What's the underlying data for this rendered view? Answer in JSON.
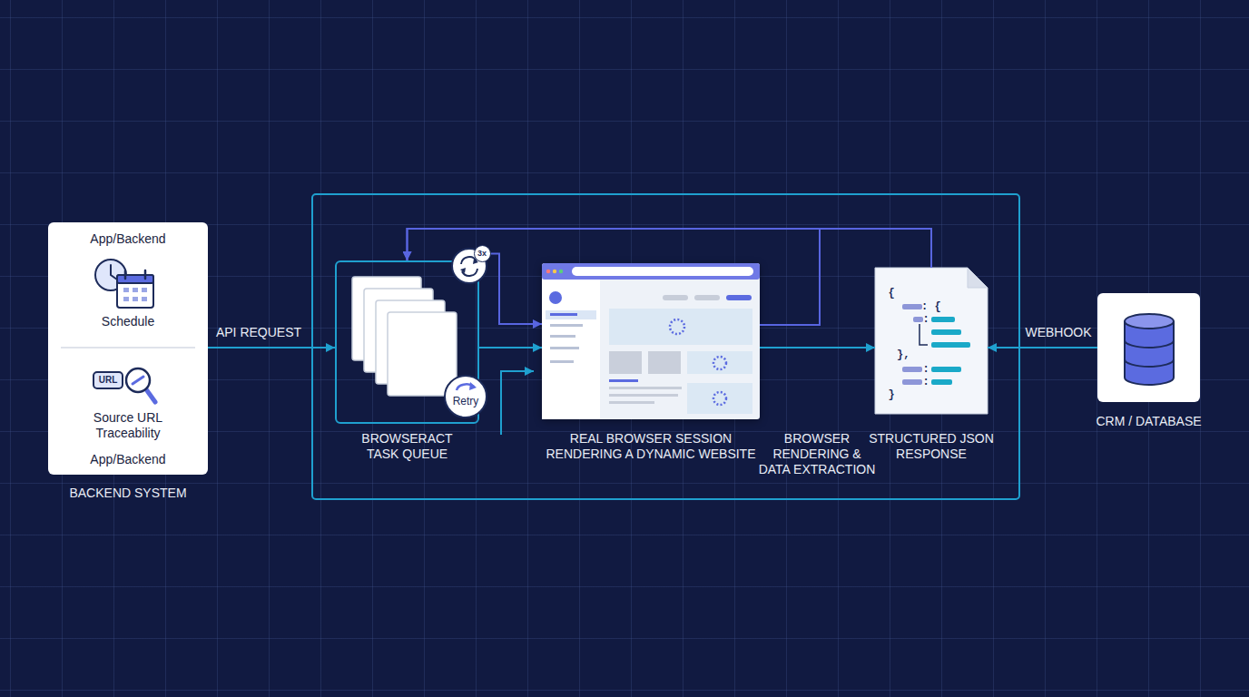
{
  "diagram": {
    "nodes": [
      {
        "text": [
          "App/Backend",
          "Schedule",
          "Source URL Traceability",
          "App/Backend",
          "BACKEND SYSTEM"
        ]
      },
      {
        "text": [
          "BROWSERACT TASK QUEUE"
        ]
      },
      {
        "text": [
          "3x"
        ],
        "in": 1
      },
      {
        "text": [
          "Retry"
        ],
        "in": 1
      },
      {
        "text": [
          "REAL BROWSER SESSION RENDERING A DYNAMIC WEBSITE"
        ]
      },
      {
        "text": [
          "STRUCTURED JSON RESPONSE"
        ]
      },
      {
        "text": [
          "CRM / DATABASE"
        ]
      }
    ],
    "edges": [
      {
        "from": 0,
        "to": 1,
        "label": "API REQUEST",
        "arrow": "to"
      },
      {
        "from": 1,
        "to": 4,
        "arrow": "to"
      },
      {
        "from": 2,
        "to": 4,
        "arrow": "to"
      },
      {
        "from": 4,
        "to": 5,
        "label": "BROWSER RENDERING & DATA EXTRACTION",
        "arrow": "to"
      },
      {
        "from": 4,
        "to": 1,
        "arrow": "to"
      },
      {
        "from": 5,
        "to": 1,
        "arrow": "to"
      },
      {
        "from": 6,
        "to": 5,
        "label": "WEBHOOK",
        "arrow": "to"
      }
    ],
    "labels": [
      "URL",
      "{",
      ": {",
      ":",
      "},",
      ":",
      ":",
      "}"
    ]
  }
}
